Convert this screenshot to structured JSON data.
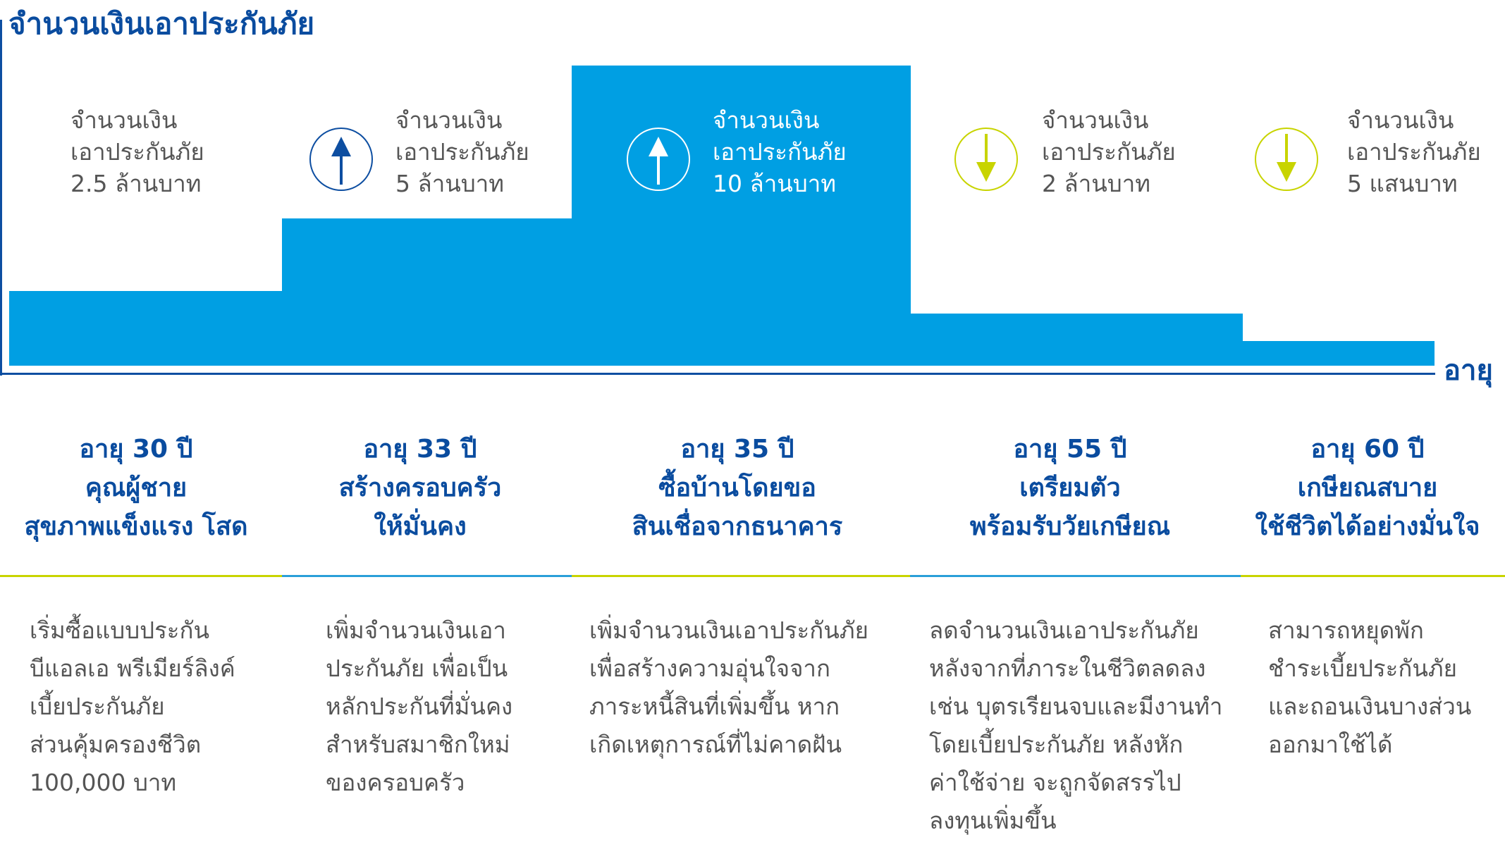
{
  "chart_data": {
    "type": "bar",
    "title": "",
    "ylabel": "จำนวนเงินเอาประกันภัย",
    "xlabel": "อายุ",
    "categories": [
      "อายุ 30 ปี",
      "อายุ 33 ปี",
      "อายุ 35 ปี",
      "อายุ 55 ปี",
      "อายุ 60 ปี"
    ],
    "series": [
      {
        "name": "จำนวนเงินเอาประกันภัย (บาท)",
        "values": [
          2500000,
          5000000,
          10000000,
          2000000,
          500000
        ]
      }
    ],
    "value_labels": [
      "2.5 ล้านบาท",
      "5 ล้านบาท",
      "10 ล้านบาท",
      "2 ล้านบาท",
      "5 แสนบาท"
    ],
    "trend_indicators": [
      "none",
      "up",
      "up",
      "down",
      "down"
    ],
    "grid": false,
    "style": "step bars"
  },
  "colors": {
    "bar": "#009fe3",
    "axis": "#0d4ea1",
    "heading": "#0a4c9f",
    "text": "#555555",
    "up_icon": "#0d4ea1",
    "down_icon": "#c8d400",
    "separator_lime": "#c8d400",
    "separator_blue": "#2a9fd8"
  },
  "axis": {
    "y_title": "จำนวนเงินเอาประกันภัย",
    "x_title": "อายุ"
  },
  "stages": [
    {
      "label_lines": [
        "จำนวนเงิน",
        "เอาประกันภัย",
        "2.5 ล้านบาท"
      ],
      "icon": "none",
      "heading_lines": [
        "อายุ 30 ปี",
        "คุณผู้ชาย",
        "สุขภาพแข็งแรง โสด"
      ],
      "description_lines": [
        "เริ่มซื้อแบบประกัน",
        "บีแอลเอ พรีเมียร์ลิงค์",
        "เบี้ยประกันภัย",
        "ส่วนคุ้มครองชีวิต",
        "100,000 บาท"
      ]
    },
    {
      "label_lines": [
        "จำนวนเงิน",
        "เอาประกันภัย",
        "5 ล้านบาท"
      ],
      "icon": "arrow-up-icon",
      "heading_lines": [
        "อายุ 33 ปี",
        "สร้างครอบครัว",
        "ให้มั่นคง"
      ],
      "description_lines": [
        "เพิ่มจำนวนเงินเอา",
        "ประกันภัย เพื่อเป็น",
        "หลักประกันที่มั่นคง",
        "สำหรับสมาชิกใหม่",
        "ของครอบครัว"
      ]
    },
    {
      "label_lines": [
        "จำนวนเงิน",
        "เอาประกันภัย",
        "10 ล้านบาท"
      ],
      "icon": "arrow-up-icon",
      "heading_lines": [
        "อายุ 35 ปี",
        "ซื้อบ้านโดยขอ",
        "สินเชื่อจากธนาคาร"
      ],
      "description_lines": [
        "เพิ่มจำนวนเงินเอาประกันภัย",
        "เพื่อสร้างความอุ่นใจจาก",
        "ภาระหนี้สินที่เพิ่มขึ้น หาก",
        "เกิดเหตุการณ์ที่ไม่คาดฝัน"
      ]
    },
    {
      "label_lines": [
        "จำนวนเงิน",
        "เอาประกันภัย",
        "2 ล้านบาท"
      ],
      "icon": "arrow-down-icon",
      "heading_lines": [
        "อายุ 55 ปี",
        "เตรียมตัว",
        "พร้อมรับวัยเกษียณ"
      ],
      "description_lines": [
        "ลดจำนวนเงินเอาประกันภัย",
        "หลังจากที่ภาระในชีวิตลดลง",
        "เช่น บุตรเรียนจบและมีงานทำ",
        "โดยเบี้ยประกันภัย หลังหัก",
        "ค่าใช้จ่าย จะถูกจัดสรรไป",
        "ลงทุนเพิ่มขึ้น"
      ]
    },
    {
      "label_lines": [
        "จำนวนเงิน",
        "เอาประกันภัย",
        "5 แสนบาท"
      ],
      "icon": "arrow-down-icon",
      "heading_lines": [
        "อายุ 60 ปี",
        "เกษียณสบาย",
        "ใช้ชีวิตได้อย่างมั่นใจ"
      ],
      "description_lines": [
        "สามารถหยุดพัก",
        "ชำระเบี้ยประกันภัย",
        "และถอนเงินบางส่วน",
        "ออกมาใช้ได้"
      ]
    }
  ]
}
